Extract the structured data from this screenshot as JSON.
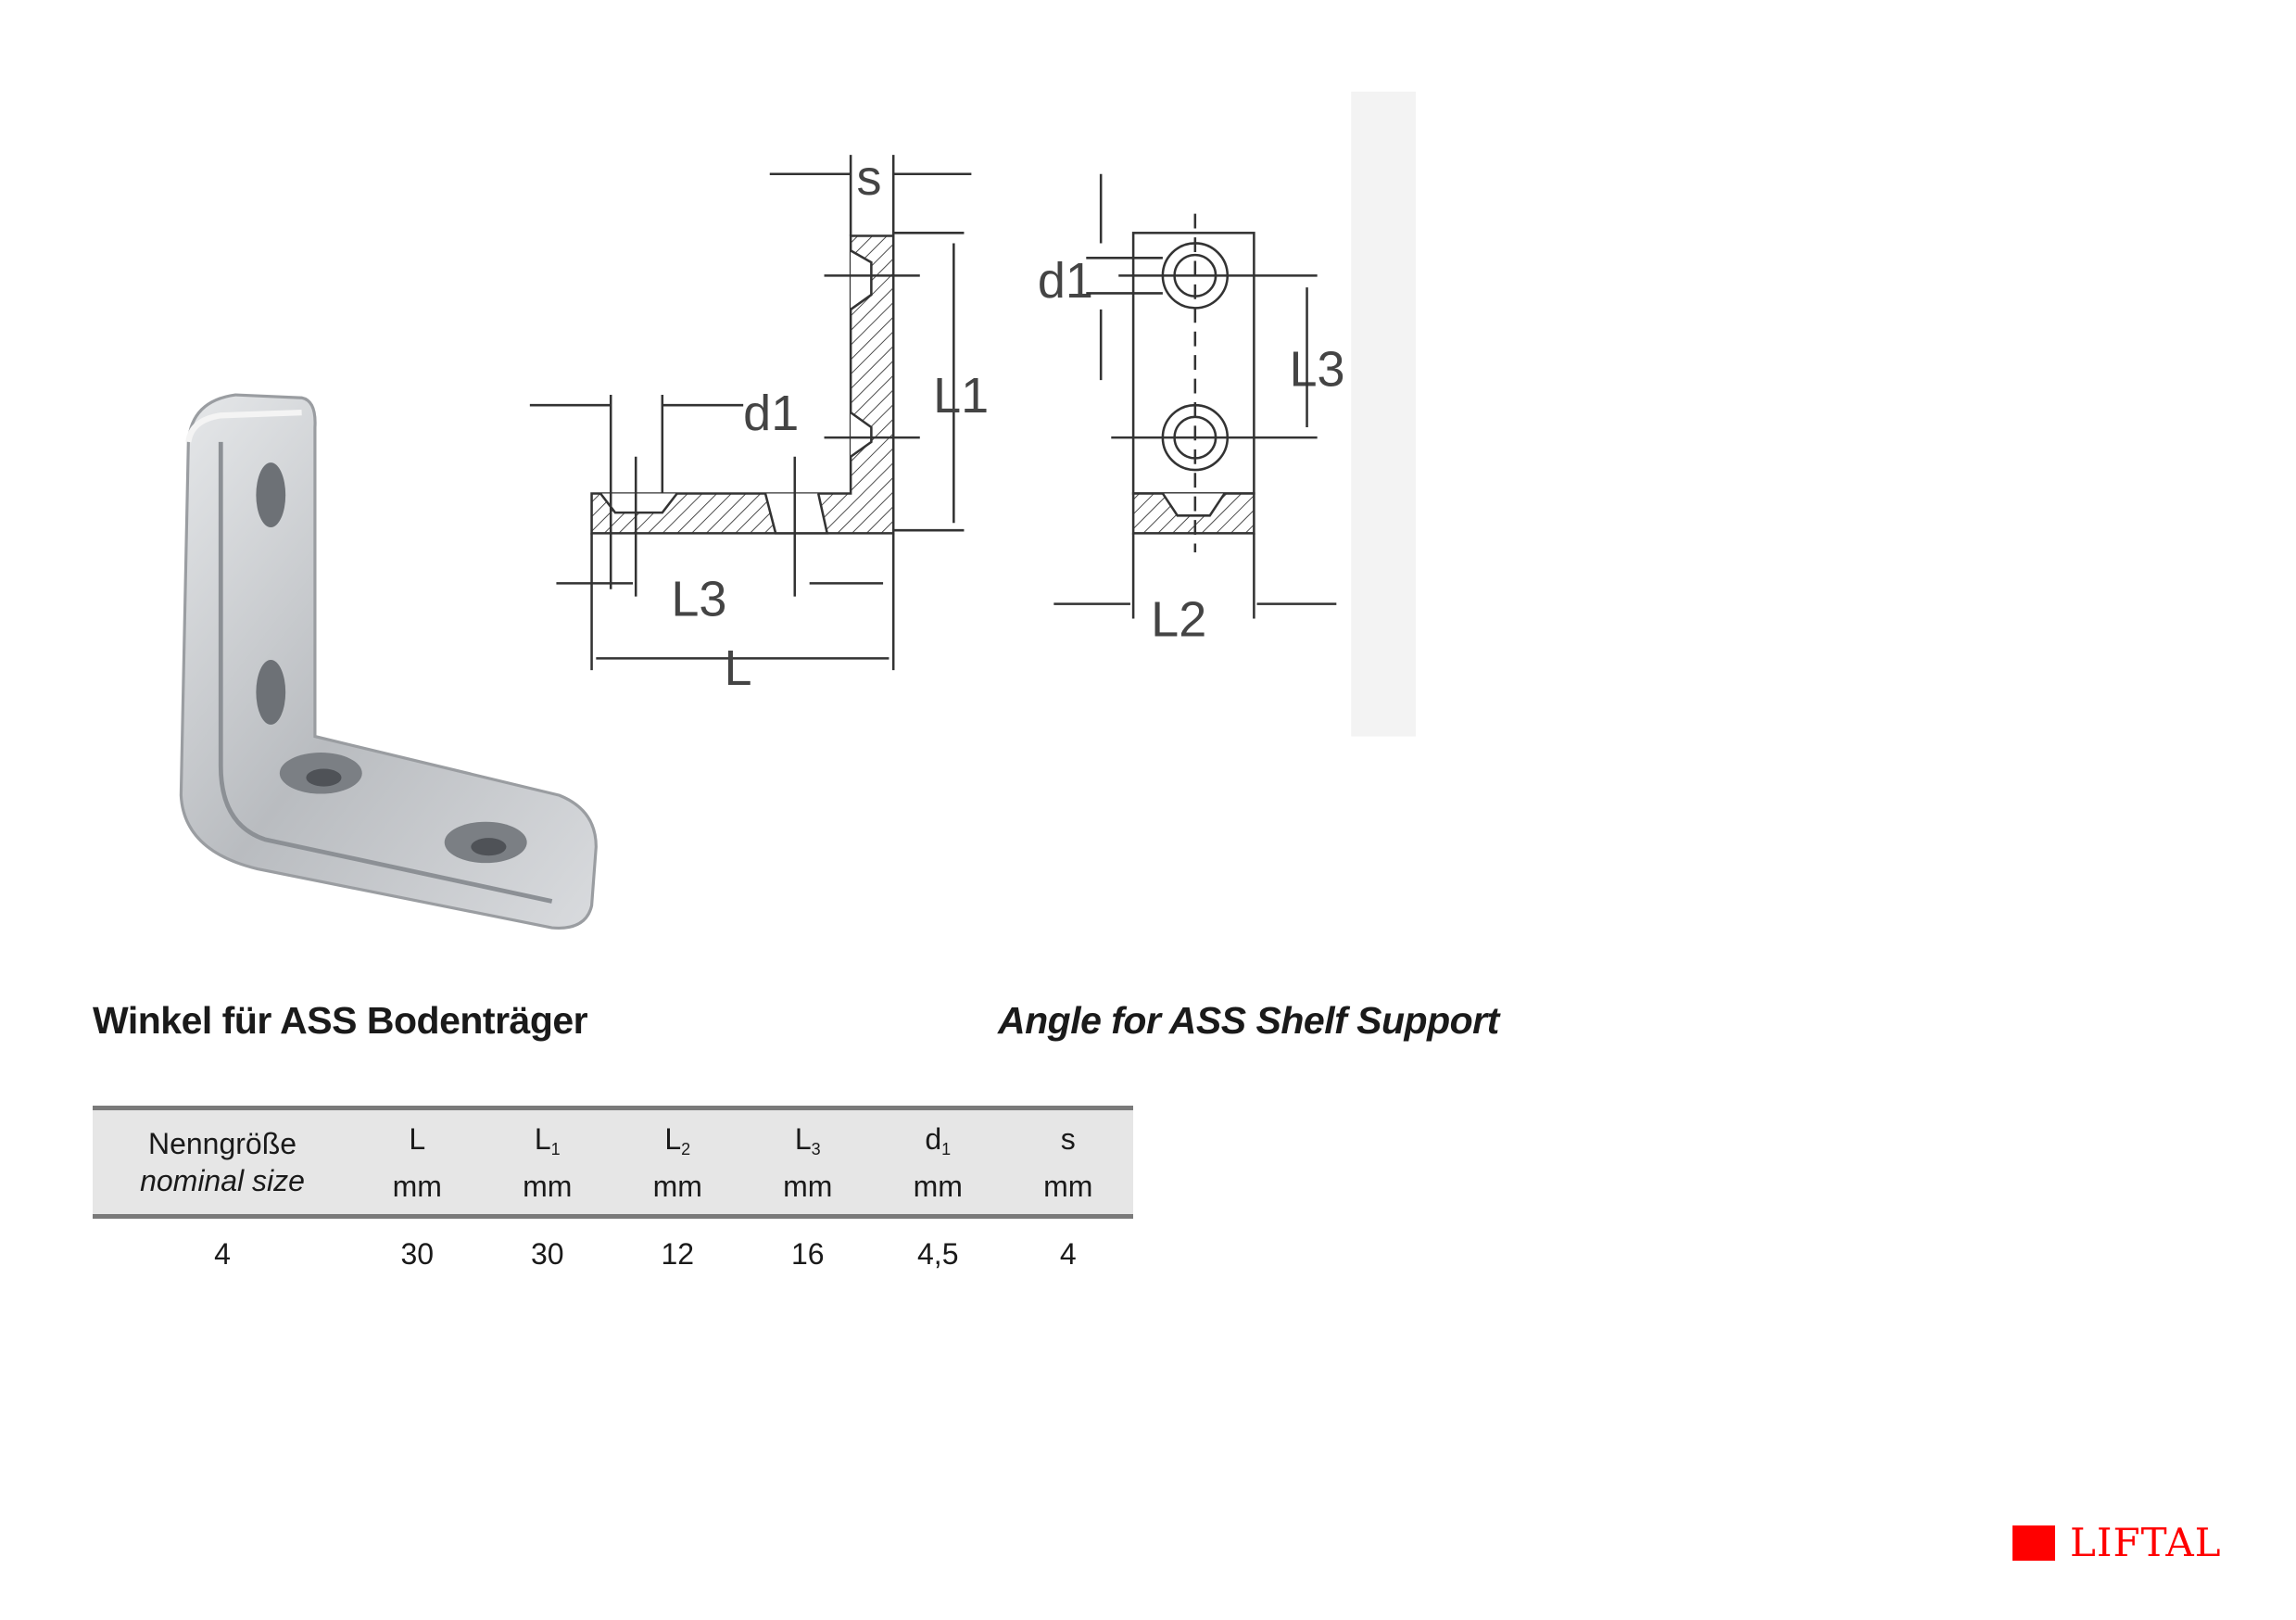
{
  "drawing_labels": {
    "s": "s",
    "d1_side": "d1",
    "L1": "L1",
    "L3_side": "L3",
    "L": "L",
    "d1_front": "d1",
    "L3_front": "L3",
    "L2": "L2"
  },
  "title_de": "Winkel für ASS Bodenträger",
  "title_en": "Angle for ASS Shelf Support",
  "table": {
    "headers": [
      {
        "line1": "Nenngröße",
        "line2": "nominal size"
      },
      {
        "symbol": "L",
        "sub": "",
        "unit": "mm"
      },
      {
        "symbol": "L",
        "sub": "1",
        "unit": "mm"
      },
      {
        "symbol": "L",
        "sub": "2",
        "unit": "mm"
      },
      {
        "symbol": "L",
        "sub": "3",
        "unit": "mm"
      },
      {
        "symbol": "d",
        "sub": "1",
        "unit": "mm"
      },
      {
        "symbol": "s",
        "sub": "",
        "unit": "mm"
      }
    ],
    "rows": [
      [
        "4",
        "30",
        "30",
        "12",
        "16",
        "4,5",
        "4"
      ]
    ]
  },
  "logo": {
    "text": "LIFTAL",
    "color": "#ff0000"
  }
}
